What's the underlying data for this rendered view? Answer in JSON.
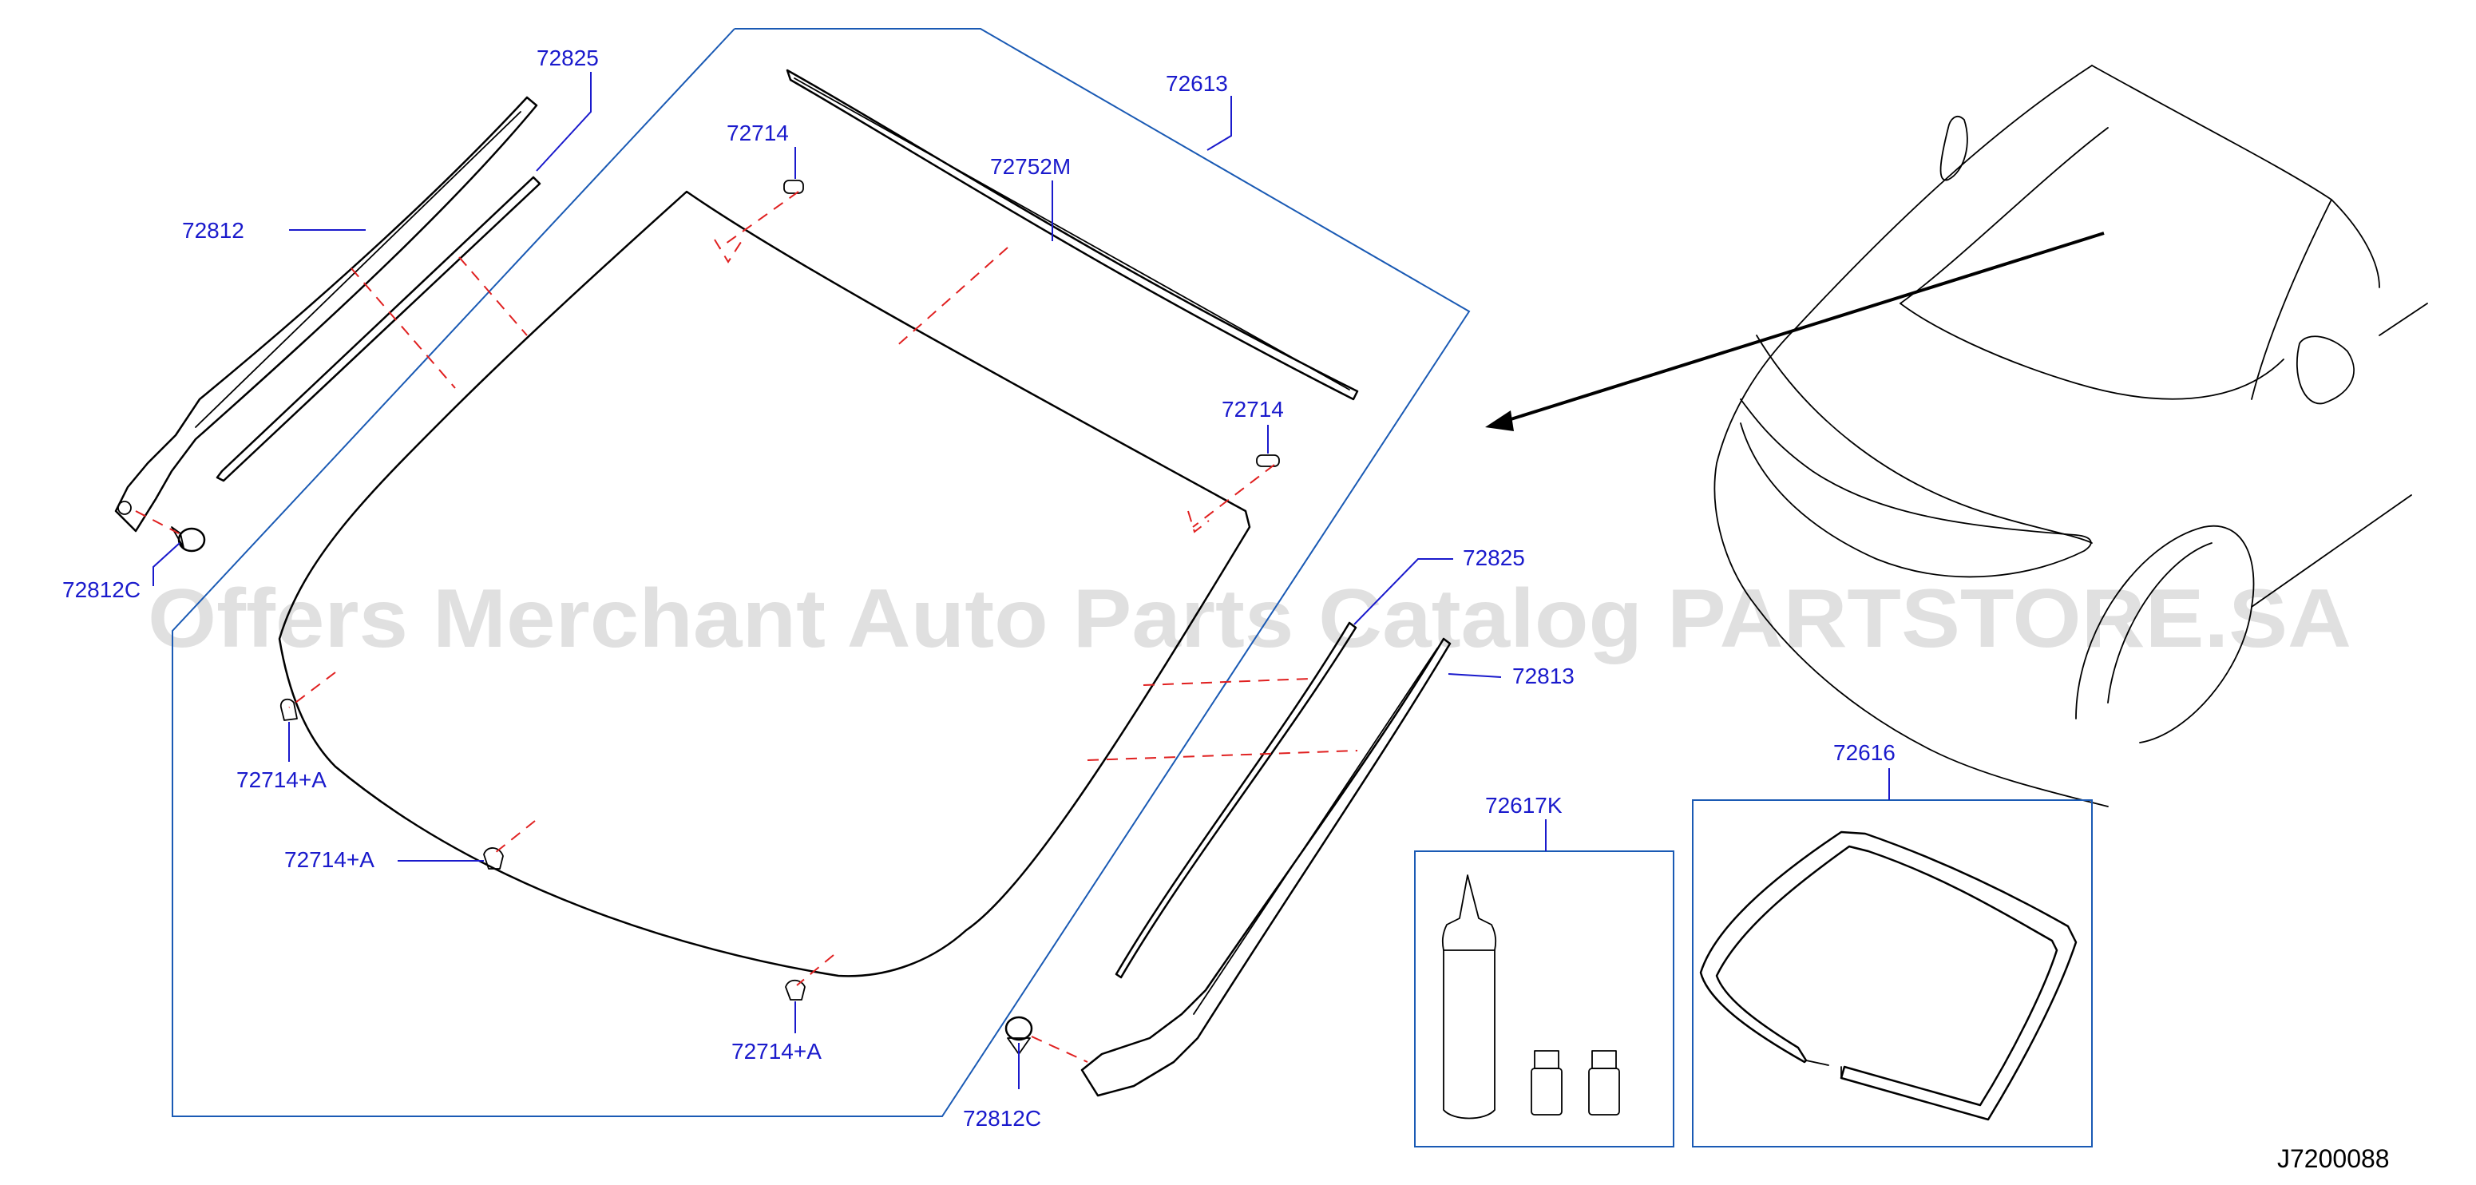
{
  "diagram_code": "J7200088",
  "watermark": "Offers Merchant Auto Parts Catalog PARTSTORE.SA",
  "colors": {
    "label": "#1a1acc",
    "frame": "#1a5ab4",
    "dash": "#e02020",
    "lines": "#000000"
  },
  "labels": {
    "p72825_top": "72825",
    "p72812": "72812",
    "p72812c_left": "72812C",
    "p72714_top": "72714",
    "p72752m": "72752M",
    "p72613": "72613",
    "p72714_right": "72714",
    "p72714a_1": "72714+A",
    "p72714a_2": "72714+A",
    "p72714a_3": "72714+A",
    "p72825_right": "72825",
    "p72813": "72813",
    "p72812c_bottom": "72812C",
    "p72617k": "72617K",
    "p72616": "72616"
  }
}
